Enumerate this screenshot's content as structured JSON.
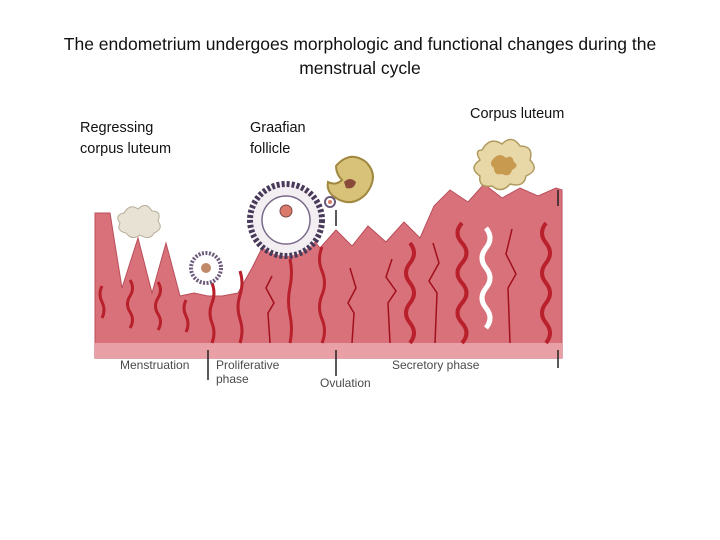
{
  "slide": {
    "title": "The endometrium undergoes morphologic and functional changes during the menstrual cycle",
    "labels": {
      "regressing_corpus_luteum": "Regressing\ncorpus luteum",
      "graafian_follicle": "Graafian\nfollicle",
      "corpus_luteum": "Corpus luteum"
    }
  },
  "diagram": {
    "phase_captions": {
      "menstruation": "Menstruation",
      "proliferative_line1": "Proliferative",
      "proliferative_line2": "phase",
      "ovulation": "Ovulation",
      "secretory": "Secretory phase"
    },
    "colors": {
      "tissue": "#d9717b",
      "tissue_light": "#e8a0a6",
      "gland": "#b8202c",
      "ovary_structure": "#d8c27a",
      "follicle_ring": "#4a3a5a"
    }
  }
}
